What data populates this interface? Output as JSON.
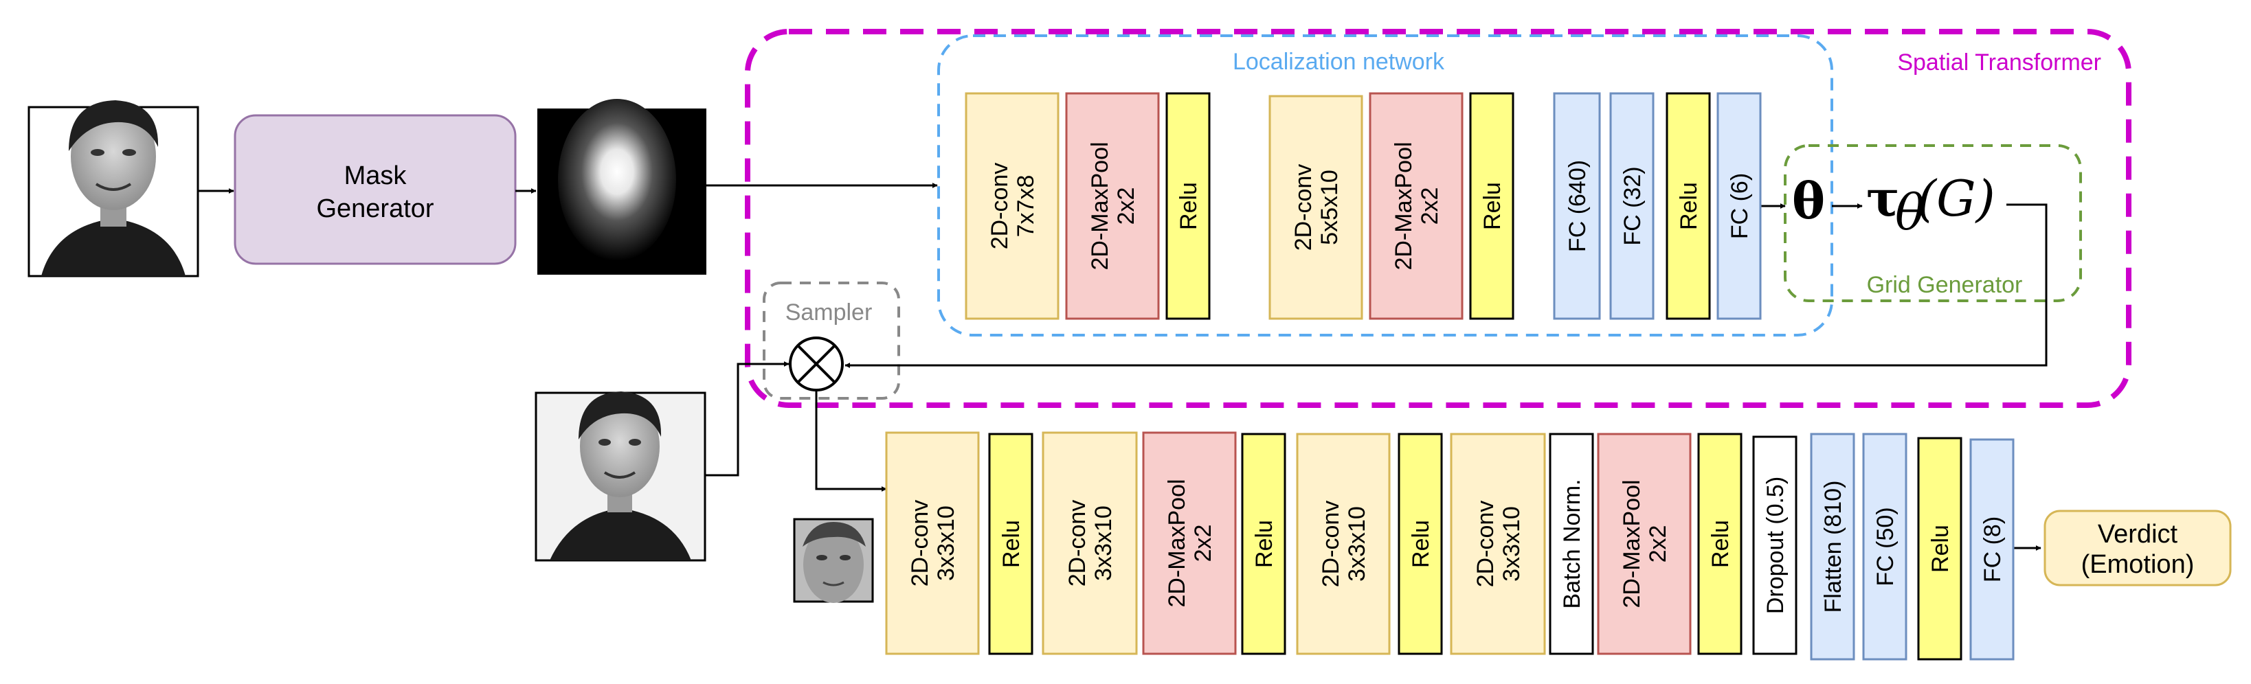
{
  "regions": {
    "spatial_transformer": {
      "label": "Spatial Transformer",
      "color": "#cc00cc"
    },
    "localization_network": {
      "label": "Localization network",
      "color": "#5aaaf0"
    },
    "grid_generator": {
      "label": "Grid Generator",
      "color": "#6b9c3c"
    },
    "sampler": {
      "label": "Sampler",
      "color": "#888888"
    }
  },
  "blocks": {
    "mask_generator": {
      "line1": "Mask",
      "line2": "Generator"
    },
    "verdict": {
      "line1": "Verdict",
      "line2": "(Emotion)"
    }
  },
  "math": {
    "theta": "θ",
    "tau": "τ",
    "tau_sub": "θ",
    "tau_arg": "(G)"
  },
  "localization_layers": [
    {
      "line1": "2D-conv",
      "line2": "7x7x8",
      "type": "conv"
    },
    {
      "line1": "2D-MaxPool",
      "line2": "2x2",
      "type": "pool"
    },
    {
      "line1": "Relu",
      "line2": "",
      "type": "relu"
    },
    {
      "line1": "2D-conv",
      "line2": "5x5x10",
      "type": "conv"
    },
    {
      "line1": "2D-MaxPool",
      "line2": "2x2",
      "type": "pool"
    },
    {
      "line1": "Relu",
      "line2": "",
      "type": "relu"
    },
    {
      "line1": "FC (640)",
      "line2": "",
      "type": "fc"
    },
    {
      "line1": "FC (32)",
      "line2": "",
      "type": "fc"
    },
    {
      "line1": "Relu",
      "line2": "",
      "type": "relu"
    },
    {
      "line1": "FC (6)",
      "line2": "",
      "type": "fc"
    }
  ],
  "main_layers": [
    {
      "line1": "2D-conv",
      "line2": "3x3x10",
      "type": "conv"
    },
    {
      "line1": "Relu",
      "line2": "",
      "type": "relu"
    },
    {
      "line1": "2D-conv",
      "line2": "3x3x10",
      "type": "conv"
    },
    {
      "line1": "2D-MaxPool",
      "line2": "2x2",
      "type": "pool"
    },
    {
      "line1": "Relu",
      "line2": "",
      "type": "relu"
    },
    {
      "line1": "2D-conv",
      "line2": "3x3x10",
      "type": "conv"
    },
    {
      "line1": "Relu",
      "line2": "",
      "type": "relu"
    },
    {
      "line1": "2D-conv",
      "line2": "3x3x10",
      "type": "conv"
    },
    {
      "line1": "Batch Norm.",
      "line2": "",
      "type": "plain"
    },
    {
      "line1": "2D-MaxPool",
      "line2": "2x2",
      "type": "pool"
    },
    {
      "line1": "Relu",
      "line2": "",
      "type": "relu"
    },
    {
      "line1": "Dropout (0.5)",
      "line2": "",
      "type": "plain"
    },
    {
      "line1": "Flatten (810)",
      "line2": "",
      "type": "fc"
    },
    {
      "line1": "FC (50)",
      "line2": "",
      "type": "fc"
    },
    {
      "line1": "Relu",
      "line2": "",
      "type": "relu"
    },
    {
      "line1": "FC (8)",
      "line2": "",
      "type": "fc"
    }
  ],
  "layer_colors": {
    "conv": {
      "fill": "#fff2cc",
      "stroke": "#d6b656"
    },
    "pool": {
      "fill": "#f8cecc",
      "stroke": "#b85450"
    },
    "relu": {
      "fill": "#ffff88",
      "stroke": "#000000"
    },
    "fc": {
      "fill": "#dae8fc",
      "stroke": "#6c8ebf"
    },
    "plain": {
      "fill": "#ffffff",
      "stroke": "#000000"
    }
  },
  "block_colors": {
    "mask_generator": {
      "fill": "#e1d5e7",
      "stroke": "#9673a6"
    },
    "verdict": {
      "fill": "#fff2cc",
      "stroke": "#d6b656"
    }
  }
}
